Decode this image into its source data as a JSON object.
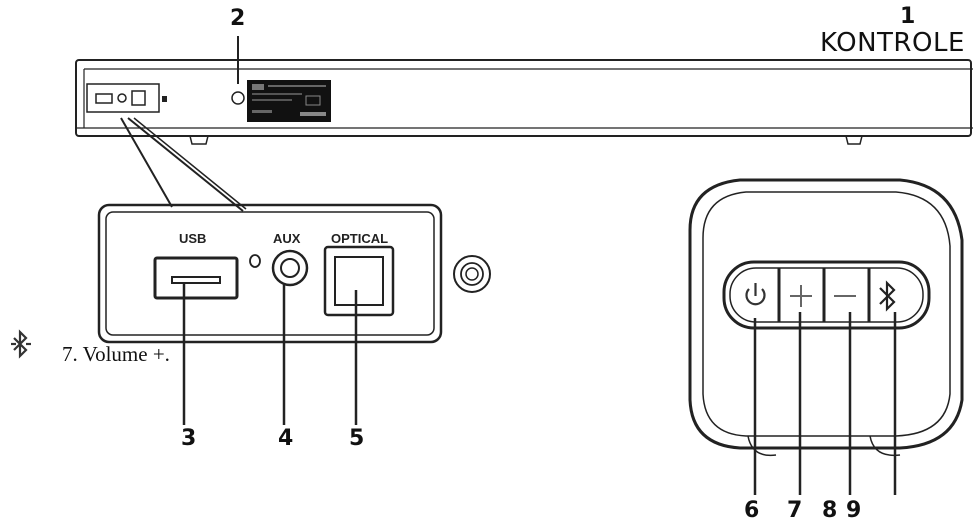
{
  "header": {
    "title": "KONTROLE"
  },
  "callouts": [
    "1",
    "2",
    "3",
    "4",
    "5",
    "6",
    "7",
    "8",
    "9"
  ],
  "ports": {
    "usb": "USB",
    "aux": "AUX",
    "optical": "OPTICAL"
  },
  "caption": {
    "icon": "bluetooth-icon",
    "text": "7. Volume +."
  },
  "buttons": [
    {
      "icon": "power-icon"
    },
    {
      "icon": "plus-icon"
    },
    {
      "icon": "minus-icon"
    },
    {
      "icon": "bluetooth-icon"
    }
  ]
}
